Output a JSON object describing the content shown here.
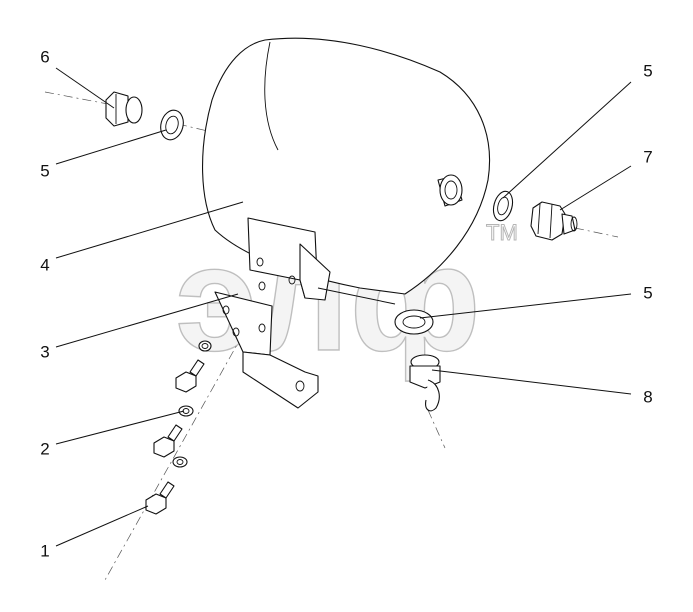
{
  "watermark": {
    "text": "элф",
    "trademark": "TM"
  },
  "callouts": [
    {
      "id": "c6",
      "label": "6"
    },
    {
      "id": "c5a",
      "label": "5"
    },
    {
      "id": "c4",
      "label": "4"
    },
    {
      "id": "c3",
      "label": "3"
    },
    {
      "id": "c2",
      "label": "2"
    },
    {
      "id": "c1",
      "label": "1"
    },
    {
      "id": "c5b",
      "label": "5"
    },
    {
      "id": "c7",
      "label": "7"
    },
    {
      "id": "c5c",
      "label": "5"
    },
    {
      "id": "c8",
      "label": "8"
    }
  ]
}
